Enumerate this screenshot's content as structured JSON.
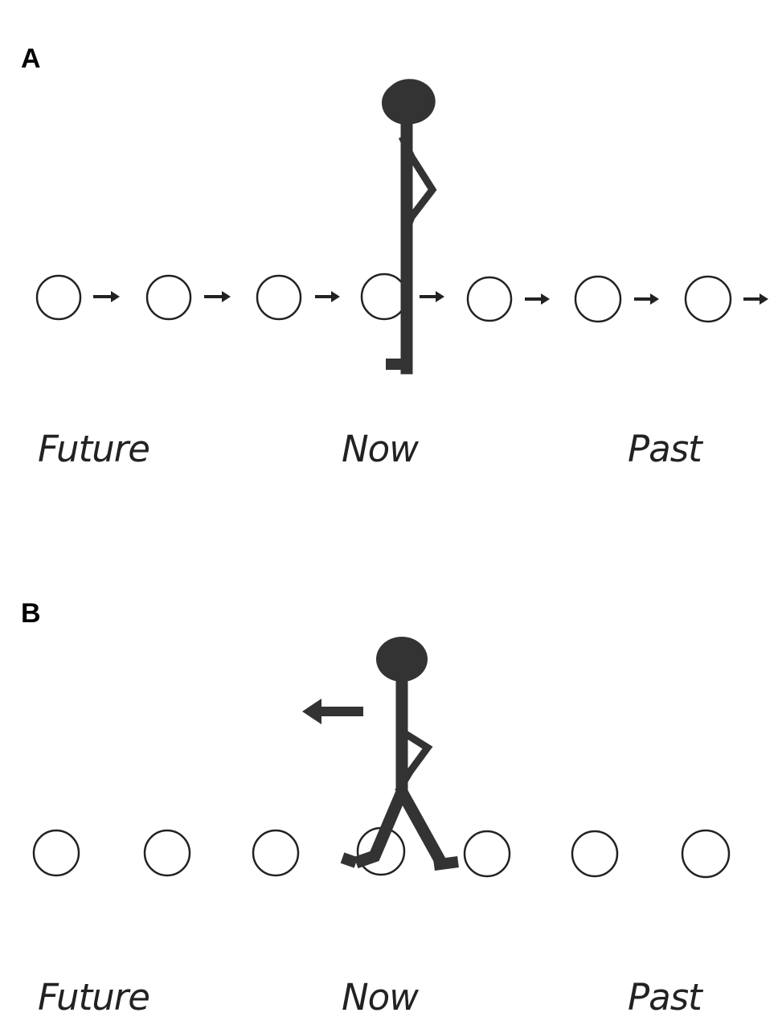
{
  "panel_a": {
    "letter": "A",
    "labels": {
      "future": "Future",
      "now": "Now",
      "past": "Past"
    }
  },
  "panel_b": {
    "letter": "B",
    "labels": {
      "future": "Future",
      "now": "Now",
      "past": "Past"
    }
  },
  "colors": {
    "figure": "#333333",
    "outline": "#222222",
    "text": "#222222"
  }
}
